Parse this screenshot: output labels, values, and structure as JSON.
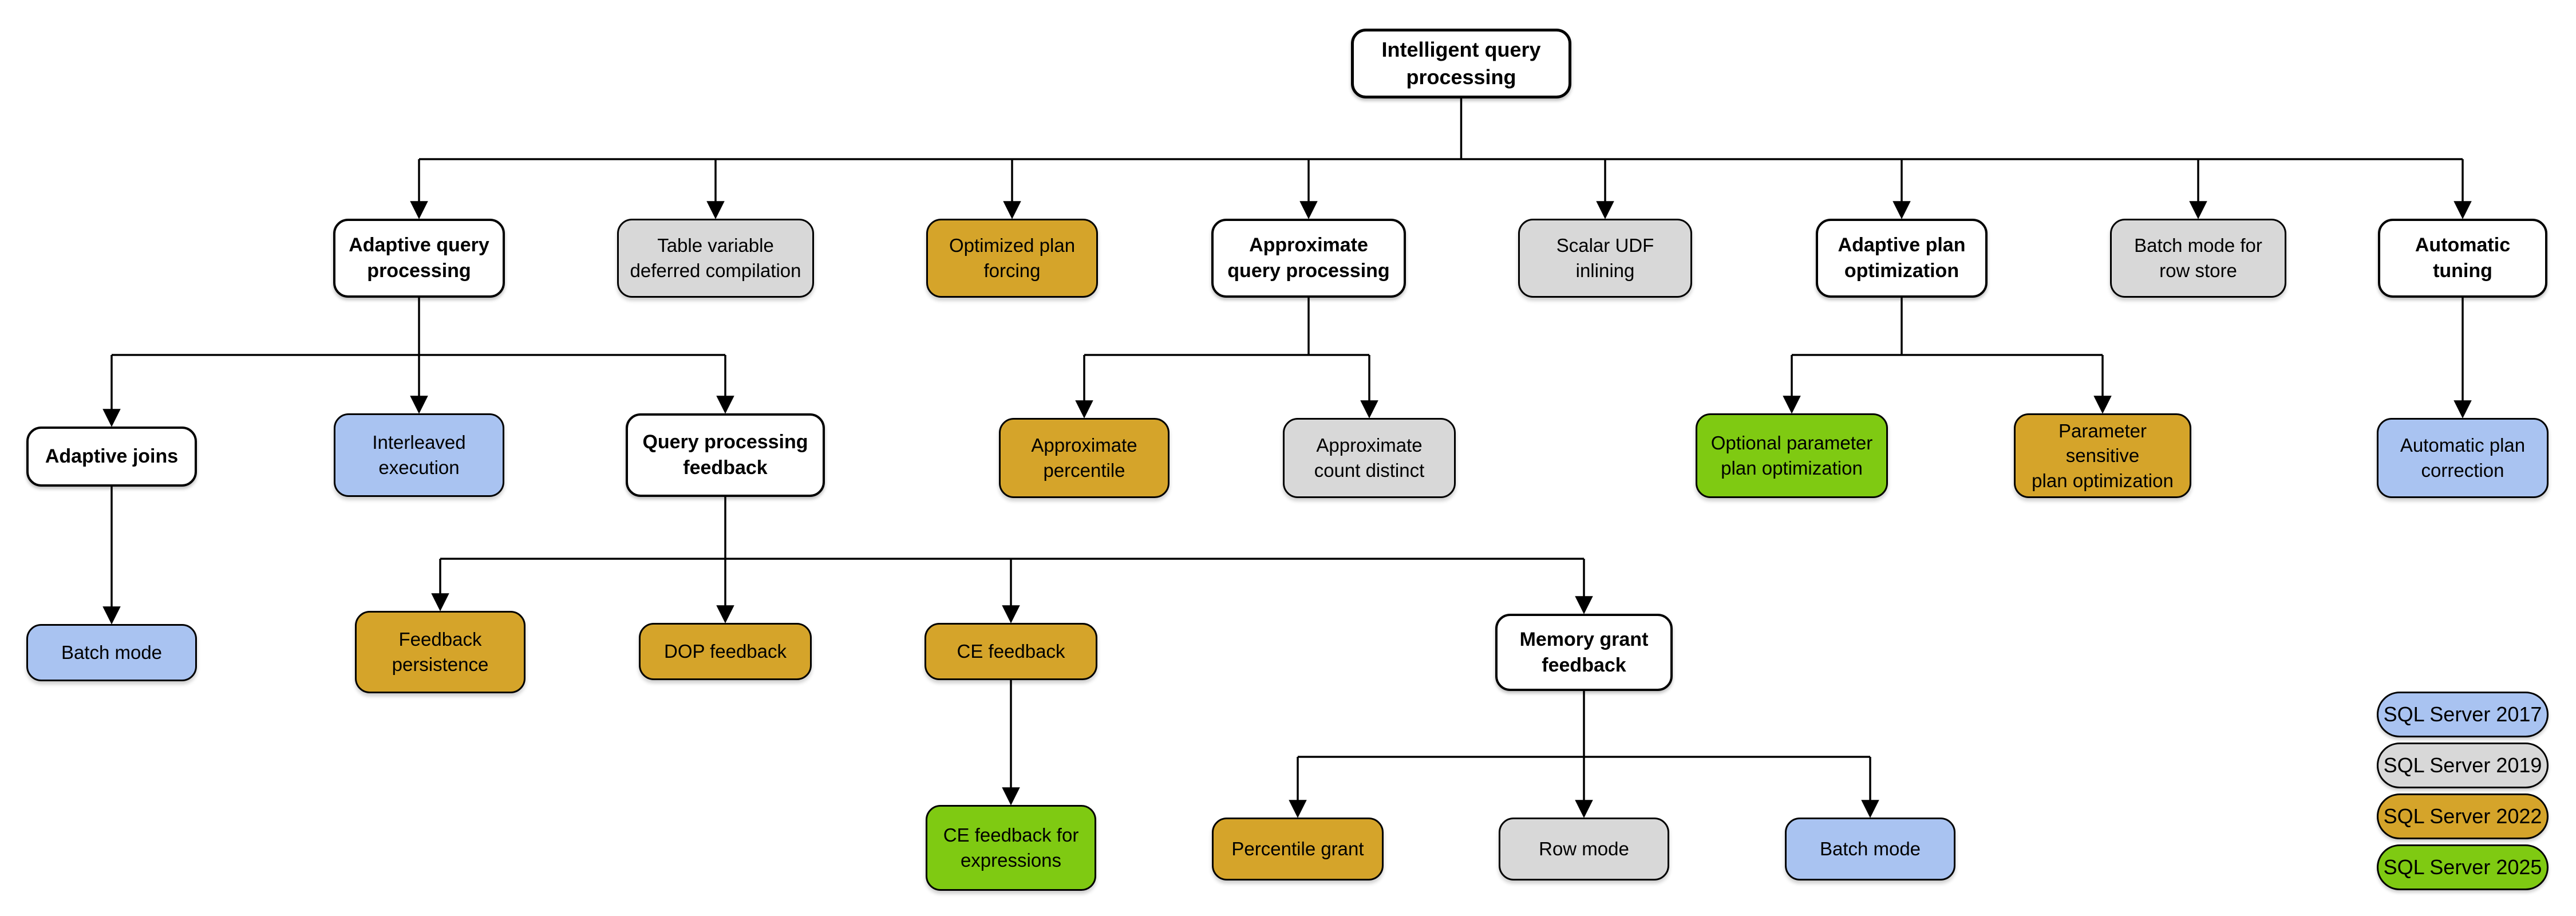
{
  "diagram_title": "Intelligent query processing",
  "palette": {
    "category": "#ffffff",
    "sql2017": "#a9c3f1",
    "sql2019": "#d8d8d8",
    "sql2022": "#d5a42a",
    "sql2025": "#7fca12"
  },
  "nodes": [
    {
      "id": "intelligent-query-processing",
      "label": "Intelligent query\nprocessing",
      "version": "category"
    },
    {
      "id": "adaptive-query-processing",
      "label": "Adaptive query\nprocessing",
      "version": "category"
    },
    {
      "id": "table-variable-deferred-compilation",
      "label": "Table variable\ndeferred compilation",
      "version": "sql2019"
    },
    {
      "id": "optimized-plan-forcing",
      "label": "Optimized plan\nforcing",
      "version": "sql2022"
    },
    {
      "id": "approximate-query-processing",
      "label": "Approximate\nquery processing",
      "version": "category"
    },
    {
      "id": "scalar-udf-inlining",
      "label": "Scalar UDF\ninlining",
      "version": "sql2019"
    },
    {
      "id": "adaptive-plan-optimization",
      "label": "Adaptive plan\noptimization",
      "version": "category"
    },
    {
      "id": "batch-mode-for-row-store",
      "label": "Batch mode for\nrow store",
      "version": "sql2019"
    },
    {
      "id": "automatic-tuning",
      "label": "Automatic\ntuning",
      "version": "category"
    },
    {
      "id": "adaptive-joins",
      "label": "Adaptive joins",
      "version": "category"
    },
    {
      "id": "interleaved-execution",
      "label": "Interleaved\nexecution",
      "version": "sql2017"
    },
    {
      "id": "query-processing-feedback",
      "label": "Query processing\nfeedback",
      "version": "category"
    },
    {
      "id": "approximate-percentile",
      "label": "Approximate\npercentile",
      "version": "sql2022"
    },
    {
      "id": "approximate-count-distinct",
      "label": "Approximate\ncount distinct",
      "version": "sql2019"
    },
    {
      "id": "optional-parameter-plan-optimization",
      "label": "Optional parameter\nplan optimization",
      "version": "sql2025"
    },
    {
      "id": "parameter-sensitive-plan-optimization",
      "label": "Parameter sensitive\nplan optimization",
      "version": "sql2022"
    },
    {
      "id": "automatic-plan-correction",
      "label": "Automatic plan\ncorrection",
      "version": "sql2017"
    },
    {
      "id": "batch-mode-adaptive-joins",
      "label": "Batch mode",
      "version": "sql2017"
    },
    {
      "id": "feedback-persistence",
      "label": "Feedback\npersistence",
      "version": "sql2022"
    },
    {
      "id": "dop-feedback",
      "label": "DOP feedback",
      "version": "sql2022"
    },
    {
      "id": "ce-feedback",
      "label": "CE feedback",
      "version": "sql2022"
    },
    {
      "id": "memory-grant-feedback",
      "label": "Memory grant\nfeedback",
      "version": "category"
    },
    {
      "id": "ce-feedback-for-expressions",
      "label": "CE feedback for\nexpressions",
      "version": "sql2025"
    },
    {
      "id": "percentile-grant",
      "label": "Percentile grant",
      "version": "sql2022"
    },
    {
      "id": "row-mode",
      "label": "Row mode",
      "version": "sql2019"
    },
    {
      "id": "batch-mode-memory-grant",
      "label": "Batch mode",
      "version": "sql2017"
    }
  ],
  "edges": [
    {
      "from": "intelligent-query-processing",
      "to": [
        "adaptive-query-processing",
        "table-variable-deferred-compilation",
        "optimized-plan-forcing",
        "approximate-query-processing",
        "scalar-udf-inlining",
        "adaptive-plan-optimization",
        "batch-mode-for-row-store",
        "automatic-tuning"
      ]
    },
    {
      "from": "adaptive-query-processing",
      "to": [
        "adaptive-joins",
        "interleaved-execution",
        "query-processing-feedback"
      ]
    },
    {
      "from": "approximate-query-processing",
      "to": [
        "approximate-percentile",
        "approximate-count-distinct"
      ]
    },
    {
      "from": "adaptive-plan-optimization",
      "to": [
        "optional-parameter-plan-optimization",
        "parameter-sensitive-plan-optimization"
      ]
    },
    {
      "from": "automatic-tuning",
      "to": [
        "automatic-plan-correction"
      ]
    },
    {
      "from": "adaptive-joins",
      "to": [
        "batch-mode-adaptive-joins"
      ]
    },
    {
      "from": "query-processing-feedback",
      "to": [
        "feedback-persistence",
        "dop-feedback",
        "ce-feedback",
        "memory-grant-feedback"
      ]
    },
    {
      "from": "ce-feedback",
      "to": [
        "ce-feedback-for-expressions"
      ]
    },
    {
      "from": "memory-grant-feedback",
      "to": [
        "percentile-grant",
        "row-mode",
        "batch-mode-memory-grant"
      ]
    }
  ],
  "legend": [
    {
      "label": "SQL Server 2017",
      "version": "sql2017"
    },
    {
      "label": "SQL Server 2019",
      "version": "sql2019"
    },
    {
      "label": "SQL Server 2022",
      "version": "sql2022"
    },
    {
      "label": "SQL Server 2025",
      "version": "sql2025"
    }
  ]
}
